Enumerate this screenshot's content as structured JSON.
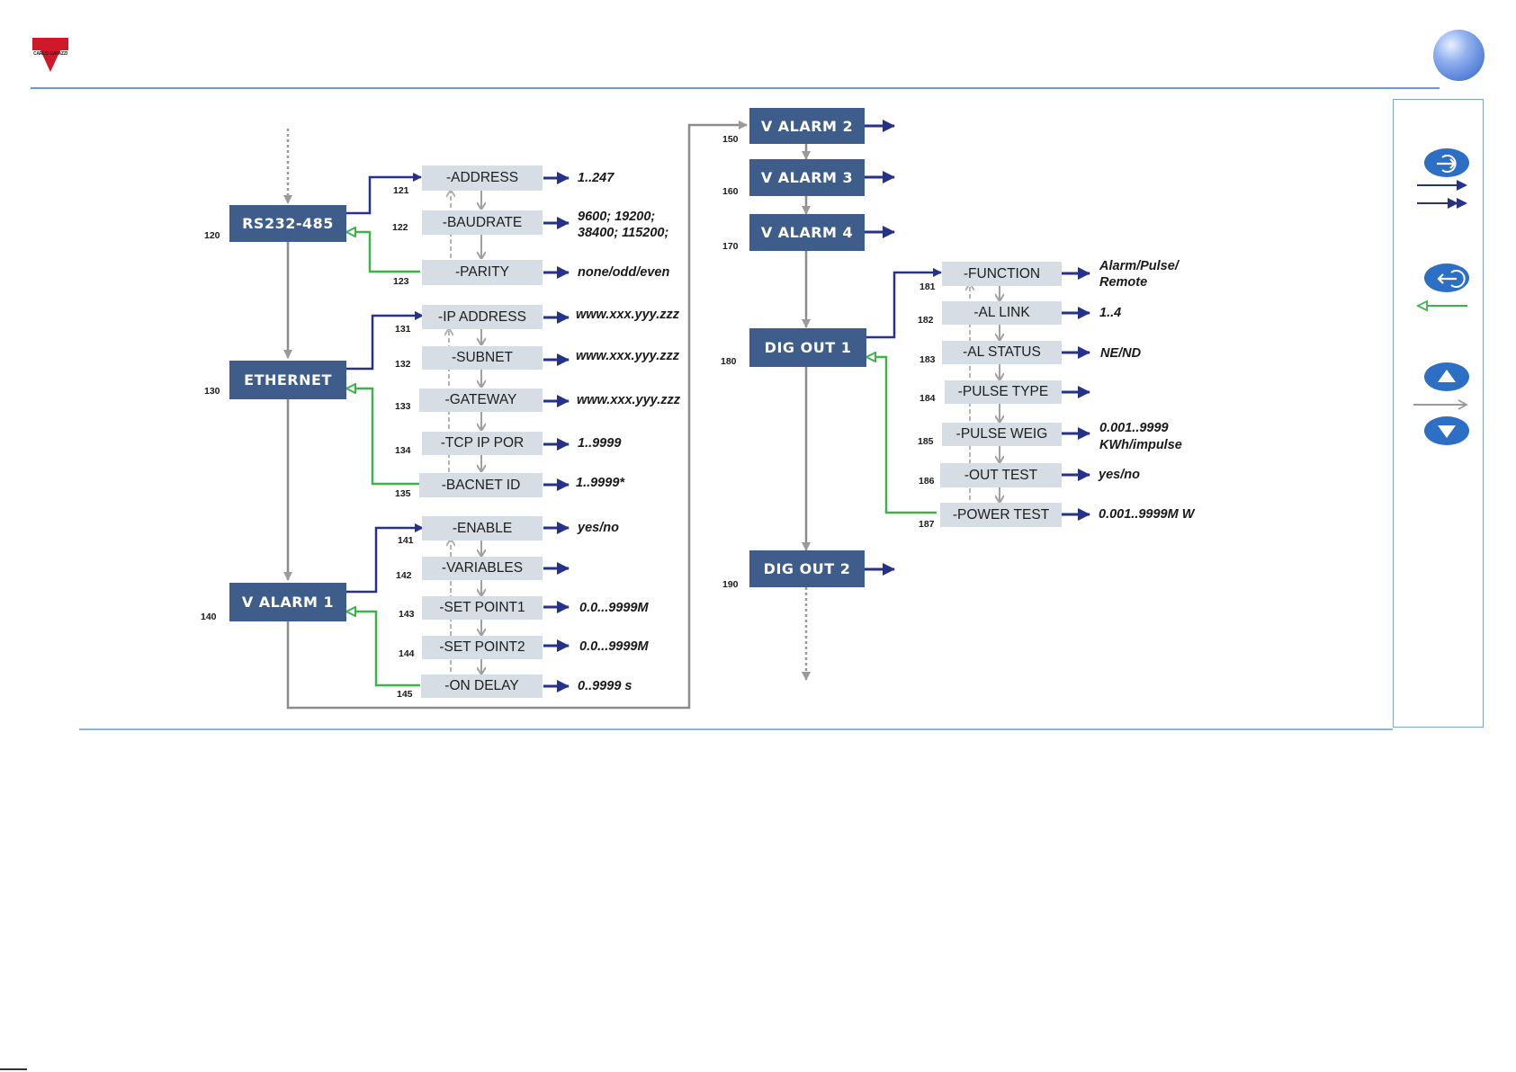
{
  "logo": {
    "text": "CARLO GAVAZZI",
    "color": "#d0182a"
  },
  "colors": {
    "main_box": "#3f5d8a",
    "sub_box": "#d6dde4",
    "blue_arrow": "#26318a",
    "green_arrow": "#3db34a",
    "grey_arrow": "#8c8c8c",
    "rule": "#6a99cf"
  },
  "diagram": {
    "main_nodes": [
      {
        "label": "RS232-485",
        "code": "120"
      },
      {
        "label": "ETHERNET",
        "code": "130"
      },
      {
        "label": "V ALARM 1",
        "code": "140"
      },
      {
        "label": "V ALARM 2",
        "code": "150"
      },
      {
        "label": "V ALARM 3",
        "code": "160"
      },
      {
        "label": "V ALARM 4",
        "code": "170"
      },
      {
        "label": "DIG OUT 1",
        "code": "180"
      },
      {
        "label": "DIG OUT 2",
        "code": "190"
      }
    ],
    "groups": {
      "rs232": [
        {
          "label": "-ADDRESS",
          "code": "121",
          "value": "1..247"
        },
        {
          "label": "-BAUDRATE",
          "code": "122",
          "value": "9600; 19200;",
          "value2": "38400; 115200;"
        },
        {
          "label": "-PARITY",
          "code": "123",
          "value": "none/odd/even"
        }
      ],
      "ethernet": [
        {
          "label": "-IP ADDRESS",
          "code": "131",
          "value": "www.xxx.yyy.zzz"
        },
        {
          "label": "-SUBNET",
          "code": "132",
          "value": "www.xxx.yyy.zzz"
        },
        {
          "label": "-GATEWAY",
          "code": "133",
          "value": "www.xxx.yyy.zzz"
        },
        {
          "label": "-TCP IP POR",
          "code": "134",
          "value": "1..9999"
        },
        {
          "label": "-BACNET ID",
          "code": "135",
          "value": "1..9999*"
        }
      ],
      "valarm1": [
        {
          "label": "-ENABLE",
          "code": "141",
          "value": "yes/no"
        },
        {
          "label": "-VARIABLES",
          "code": "142",
          "value": ""
        },
        {
          "label": "-SET POINT1",
          "code": "143",
          "value": "0.0...9999M"
        },
        {
          "label": "-SET POINT2",
          "code": "144",
          "value": "0.0...9999M"
        },
        {
          "label": "-ON DELAY",
          "code": "145",
          "value": "0..9999 s"
        }
      ],
      "digout1": [
        {
          "label": "-FUNCTION",
          "code": "181",
          "value": "Alarm/Pulse/",
          "value2": "Remote"
        },
        {
          "label": "-AL LINK",
          "code": "182",
          "value": "1..4"
        },
        {
          "label": "-AL STATUS",
          "code": "183",
          "value": "NE/ND"
        },
        {
          "label": "-PULSE TYPE",
          "code": "184",
          "value": ""
        },
        {
          "label": "-PULSE WEIG",
          "code": "185",
          "value": "0.001..9999",
          "value2": "KWh/impulse"
        },
        {
          "label": "-OUT TEST",
          "code": "186",
          "value": "yes/no"
        },
        {
          "label": "-POWER TEST",
          "code": "187",
          "value": "0.001..9999M W"
        }
      ]
    }
  },
  "legend_icons": [
    "enter-button-icon",
    "right-arrow-icon",
    "double-right-arrow-icon",
    "back-button-icon",
    "left-green-arrow-icon",
    "up-button-icon",
    "grey-arrow-icon",
    "down-button-icon"
  ]
}
